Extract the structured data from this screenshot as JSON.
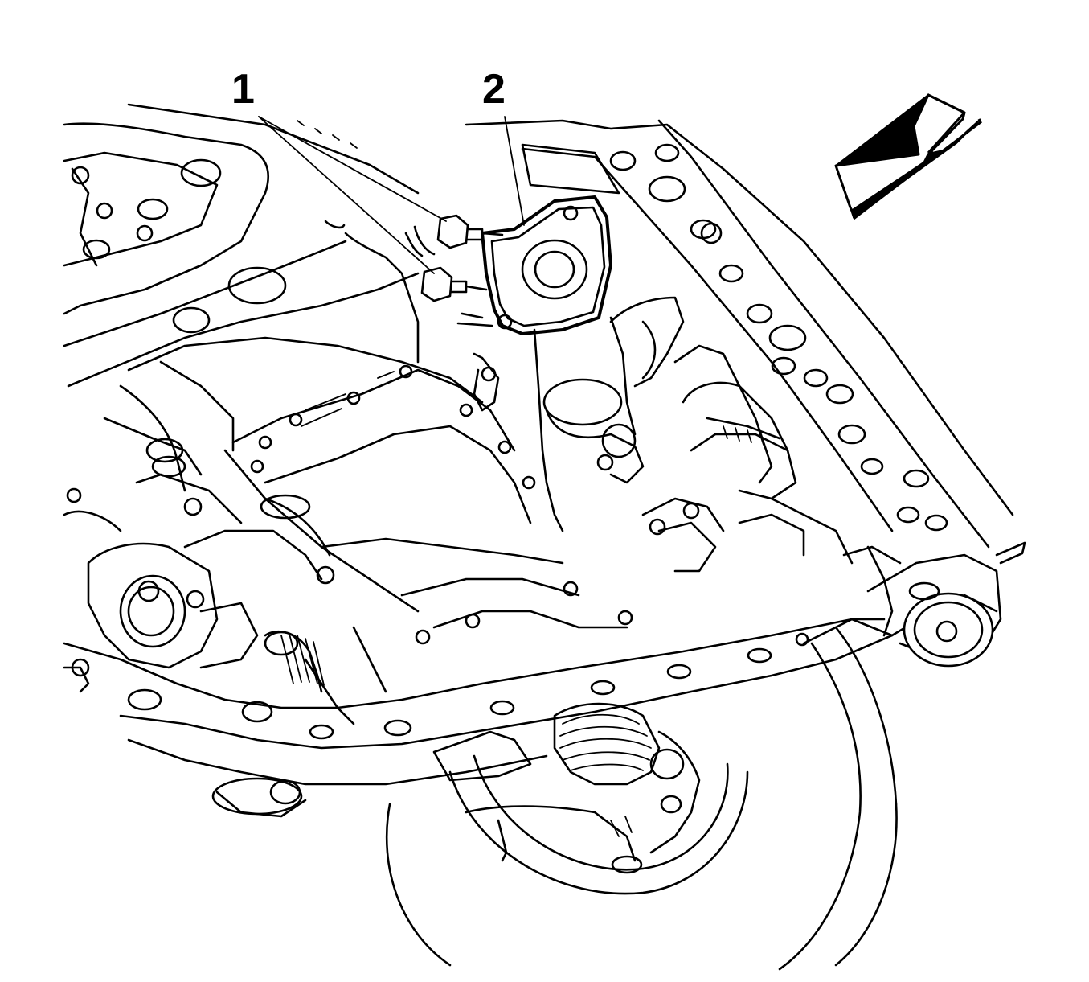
{
  "callouts": [
    {
      "id": "1",
      "label": "1"
    },
    {
      "id": "2",
      "label": "2"
    }
  ],
  "icons": {
    "direction_arrow": "forward-arrow-icon"
  },
  "colors": {
    "line": "#000000",
    "background": "#ffffff"
  }
}
